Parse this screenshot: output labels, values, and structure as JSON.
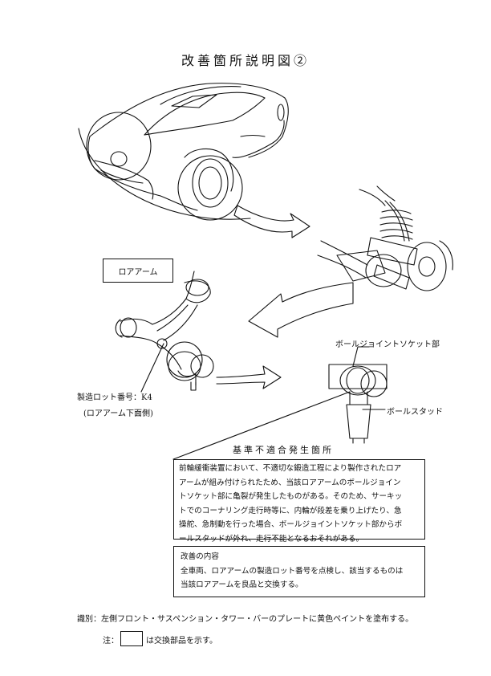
{
  "title": "改善箇所説明図②",
  "part_label": "ロアアーム",
  "ball_joint_socket_label": "ボールジョイントソケット部",
  "ball_stud_label": "ボールスタッド",
  "lot_number_label": "製造ロット番号：K4",
  "lot_location_label": "(ロアアーム下面側)",
  "nonconformity": {
    "heading": "基準不適合発生箇所",
    "lines": [
      "前輪緩衝装置において、不適切な鍛造工程により製作されたロア",
      "アームが組み付けられたため、当該ロアアームのボールジョイン",
      "トソケット部に亀裂が発生したものがある。そのため、サーキッ",
      "トでのコーナリング走行時等に、内輪が段差を乗り上げたり、急",
      "操舵、急制動を行った場合、ボールジョイントソケット部からボ",
      "ールスタッドが外れ、走行不能となるおそれがある。"
    ]
  },
  "improvement": {
    "heading": "改善の内容",
    "lines": [
      "全車両、ロアアームの製造ロット番号を点検し、該当するものは",
      "当該ロアアームを良品と交換する。"
    ]
  },
  "identification_note": "識別：左側フロント・サスペンション・タワー・バーのプレートに黄色ペイントを塗布する。",
  "legend_note_prefix": "注：",
  "legend_note_suffix": "は交換部品を示す。"
}
